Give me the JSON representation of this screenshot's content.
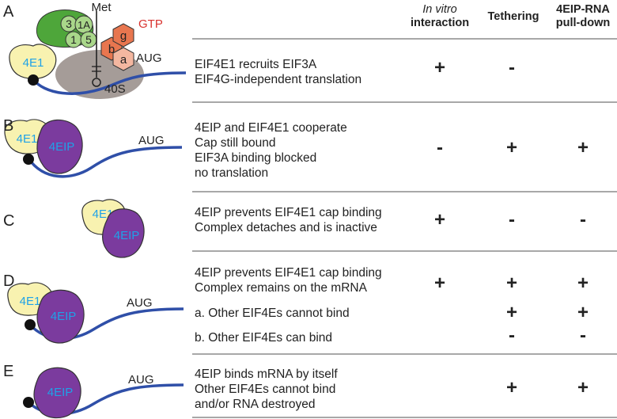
{
  "panels": [
    {
      "letter": "A",
      "desc": [
        "EIF4E1 recruits EIF3A",
        "EIF4G-independent translation"
      ],
      "in_vitro": "+",
      "tethering": "-",
      "pulldown": ""
    },
    {
      "letter": "B",
      "desc": [
        "4EIP and EIF4E1 cooperate",
        "Cap still bound",
        "EIF3A binding blocked",
        "no translation"
      ],
      "in_vitro": "-",
      "tethering": "+",
      "pulldown": "+"
    },
    {
      "letter": "C",
      "desc": [
        "4EIP prevents EIF4E1 cap binding",
        "Complex detaches and is inactive"
      ],
      "in_vitro": "+",
      "tethering": "-",
      "pulldown": "-"
    },
    {
      "letter": "D",
      "desc": [
        "4EIP prevents EIF4E1 cap binding",
        "Complex remains on the mRNA"
      ],
      "in_vitro": "+",
      "tethering": "+",
      "pulldown": "+",
      "sub": [
        {
          "desc": "a. Other EIF4Es cannot bind",
          "tethering": "+",
          "pulldown": "+"
        },
        {
          "desc": "b. Other EIF4Es can bind",
          "tethering": "-",
          "pulldown": "-"
        }
      ]
    },
    {
      "letter": "E",
      "desc": [
        "4EIP binds mRNA by itself",
        "Other EIF4Es cannot bind",
        "and/or RNA destroyed"
      ],
      "in_vitro": "",
      "tethering": "+",
      "pulldown": "+"
    }
  ],
  "columns": {
    "in_vitro_italic": "In vitro",
    "in_vitro_rest": "interaction",
    "tethering": "Tethering",
    "pulldown_line1": "4EIP-RNA",
    "pulldown_line2": "pull-down"
  },
  "labels": {
    "aug": "AUG",
    "met": "Met",
    "gtp": "GTP",
    "ribosome": "40S",
    "eif4e1": "4E1",
    "eip": "4EIP",
    "eif3_1": "1",
    "eif3_1a": "1A",
    "eif3_3": "3",
    "eif3_5": "5",
    "eif2_a": "a",
    "eif2_b": "b",
    "eif2_g": "g"
  },
  "colors": {
    "mrna": "#2f4fa8",
    "eif4e1_fill": "#f8f2b0",
    "eip_fill": "#7b3b9e",
    "label_blue": "#1fa2e8",
    "eif3_green": "#4ea63a",
    "eif3_light": "#a9d78a",
    "ribosome": "#a59c98",
    "eif2_orange": "#e8764f",
    "eif2_light": "#f4b7a0",
    "gtp_red": "#d8322e",
    "rule": "#a8a8a8"
  }
}
